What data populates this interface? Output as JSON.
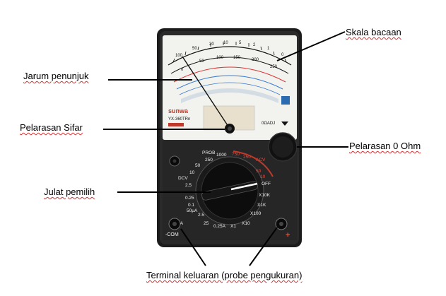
{
  "callouts": {
    "skala_bacaan": "Skala bacaan",
    "jarum_penunjuk": "Jarum penunjuk",
    "pelarasan_sifar": "Pelarasan Sifar",
    "pelarasan_0_ohm": "Pelarasan  0 Ohm",
    "julat_pemilih": "Julat pemilih",
    "terminal_keluaran": "Terminal  keluaran  (probe pengukuran)"
  },
  "meter": {
    "brand": "sunwa",
    "model": "YX-360TRn",
    "dial_labels": {
      "off": "OFF",
      "dcv": "DCV",
      "dcma": "DCmA",
      "acv": "ACV",
      "prob": "PROB",
      "com": "-COM",
      "plus": "+",
      "ohm_adj": "0ΩADJ",
      "x1": "X1",
      "x10": "X10",
      "x100": "X100",
      "x1k": "X1K",
      "x10k": "X10K",
      "v1000": "1000",
      "v250": "250",
      "v50": "50",
      "v10": "10",
      "v2_5": "2.5",
      "v0_25": "0.25",
      "v0_1": "0.1",
      "ua50": "50μA",
      "ma2_5": "2.5",
      "ma25": "25",
      "a0_25": "0.25A",
      "acv750": "750",
      "acv250": "250",
      "acv50": "50",
      "acv10": "10"
    },
    "scale_numbers": [
      "100",
      "50",
      "20",
      "10",
      "5",
      "2",
      "1",
      "0"
    ],
    "dc_scale": [
      "0",
      "50",
      "100",
      "150",
      "200",
      "250"
    ]
  }
}
